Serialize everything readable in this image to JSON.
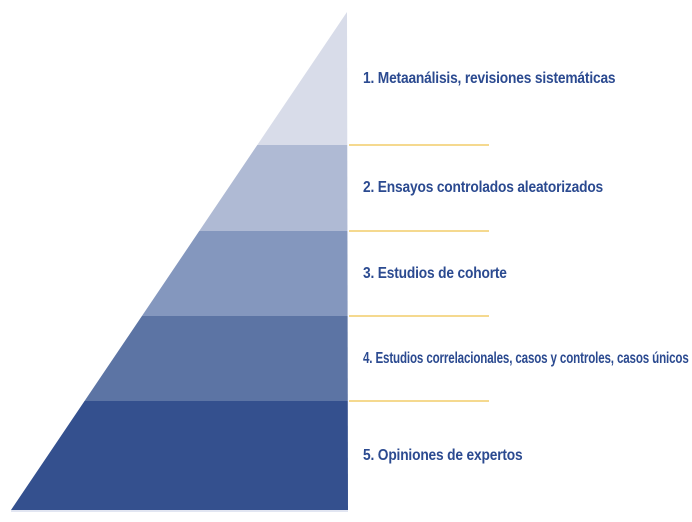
{
  "pyramid": {
    "levels": [
      {
        "label": "1. Metaanálisis, revisiones sistemáticas",
        "color": "#D8DCE9"
      },
      {
        "label": "2. Ensayos controlados aleatorizados",
        "color": "#AFBAD4"
      },
      {
        "label": "3. Estudios de cohorte",
        "color": "#8497BE"
      },
      {
        "label": "4. Estudios correlacionales, casos y controles, casos únicos",
        "color": "#5C74A4"
      },
      {
        "label": "5. Opiniones de expertos",
        "color": "#34508E"
      }
    ],
    "divider_color": "#F5D98F",
    "label_text_color": "#2B4A90",
    "base_edge_color": "#D9DEEE",
    "background_color": "#FFFFFF"
  }
}
